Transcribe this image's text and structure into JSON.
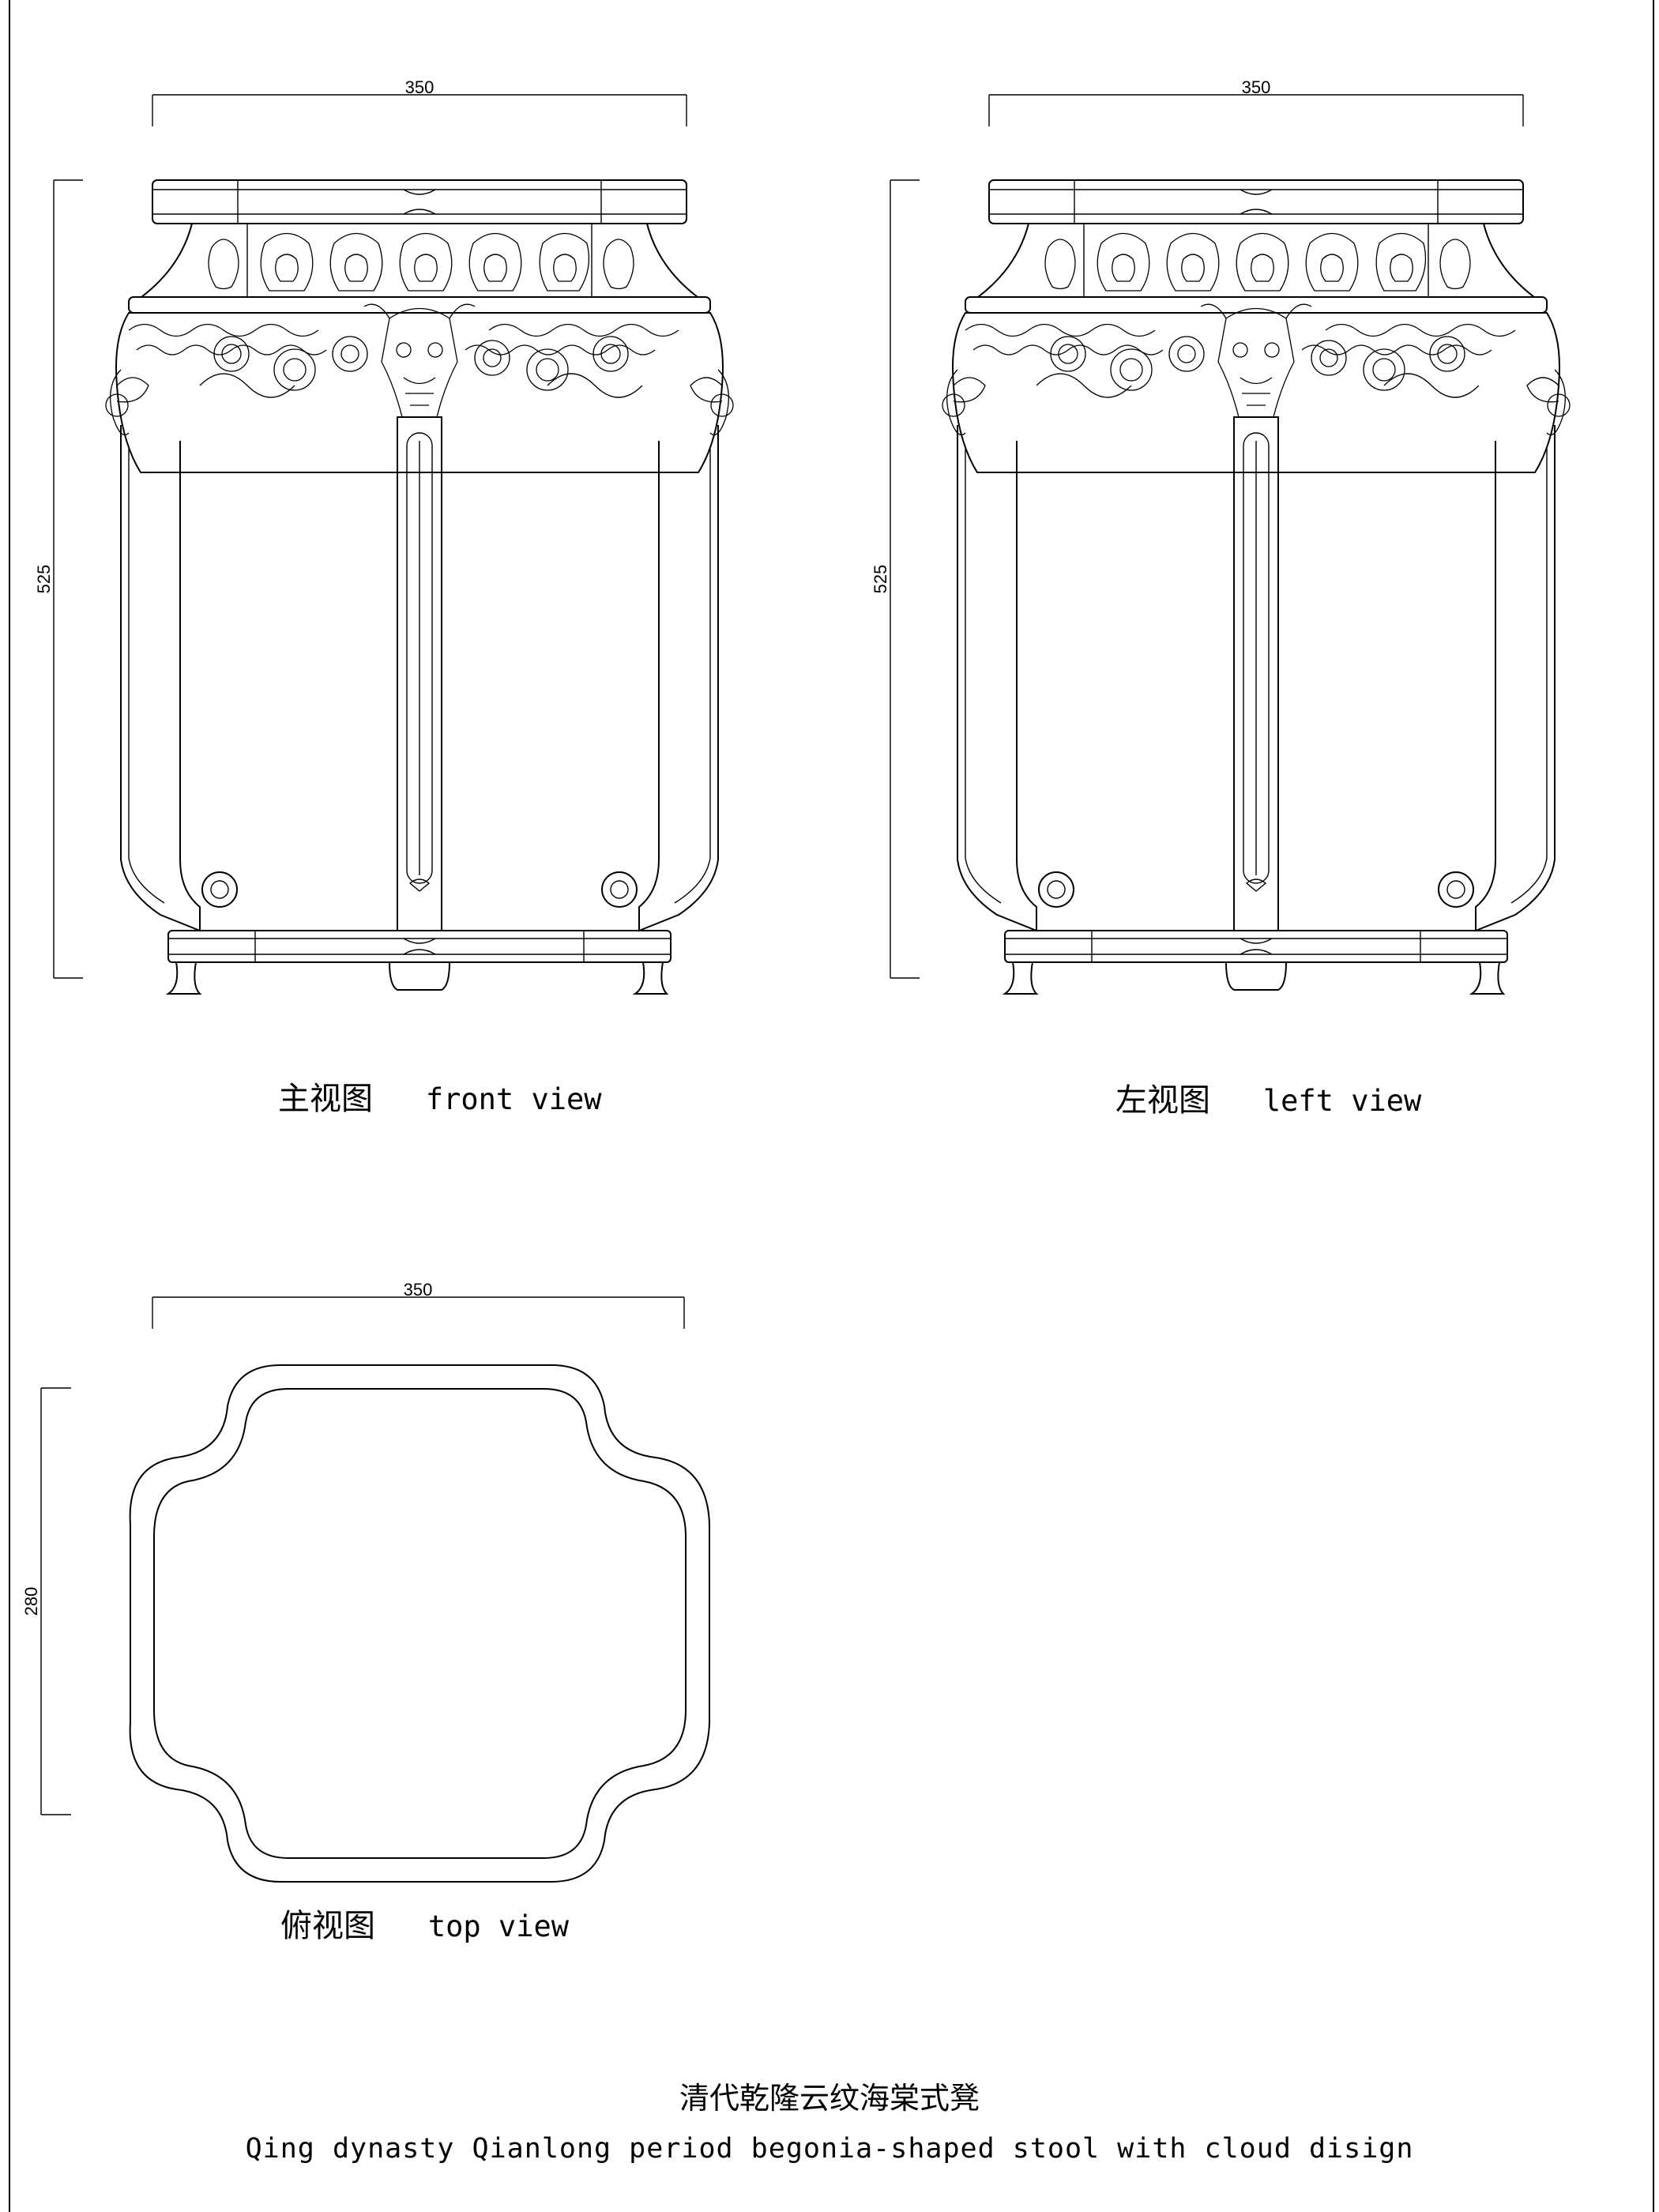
{
  "drawing": {
    "views": {
      "front": {
        "label_zh": "主视图",
        "label_en": "front view",
        "width_dim": "350",
        "height_dim": "525"
      },
      "left": {
        "label_zh": "左视图",
        "label_en": "left view",
        "width_dim": "350",
        "height_dim": "525"
      },
      "top": {
        "label_zh": "俯视图",
        "label_en": "top view",
        "width_dim": "350",
        "depth_dim": "280"
      }
    },
    "title": {
      "zh": "清代乾隆云纹海棠式凳",
      "en": "Qing dynasty Qianlong period begonia-shaped stool with cloud disign"
    }
  }
}
